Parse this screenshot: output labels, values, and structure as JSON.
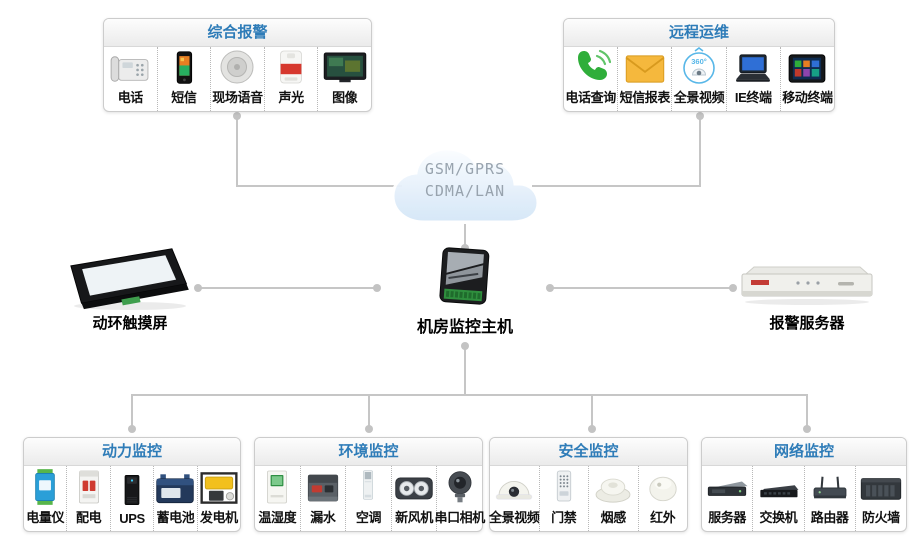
{
  "colors": {
    "accent_blue": "#2e7cb8",
    "connector_gray": "#c6c6c6",
    "background": "#ffffff"
  },
  "cloud": {
    "lines": [
      "GSM/GPRS",
      "CDMA/LAN"
    ]
  },
  "top_boxes": [
    {
      "title": "综合报警",
      "items": [
        {
          "label": "电话",
          "icon": "telephone-icon"
        },
        {
          "label": "短信",
          "icon": "smartphone-icon"
        },
        {
          "label": "现场语音",
          "icon": "ceiling-speaker-icon"
        },
        {
          "label": "声光",
          "icon": "strobe-siren-icon"
        },
        {
          "label": "图像",
          "icon": "monitor-icon"
        }
      ]
    },
    {
      "title": "远程运维",
      "items": [
        {
          "label": "电话查询",
          "icon": "phone-handset-icon"
        },
        {
          "label": "短信报表",
          "icon": "envelope-icon"
        },
        {
          "label": "全景视频",
          "icon": "panorama-360-icon"
        },
        {
          "label": "IE终端",
          "icon": "laptop-icon"
        },
        {
          "label": "移动终端",
          "icon": "tablet-icon"
        }
      ]
    }
  ],
  "middle": {
    "touchscreen_label": "动环触摸屏",
    "host_label": "机房监控主机",
    "alarm_server_label": "报警服务器"
  },
  "bottom_boxes": [
    {
      "title": "动力监控",
      "items": [
        {
          "label": "电量仪",
          "icon": "power-meter-icon"
        },
        {
          "label": "配电",
          "icon": "circuit-breaker-icon"
        },
        {
          "label": "UPS",
          "icon": "ups-icon"
        },
        {
          "label": "蓄电池",
          "icon": "battery-icon"
        },
        {
          "label": "发电机",
          "icon": "generator-icon"
        }
      ]
    },
    {
      "title": "环境监控",
      "items": [
        {
          "label": "温湿度",
          "icon": "temp-humidity-icon"
        },
        {
          "label": "漏水",
          "icon": "water-leak-icon"
        },
        {
          "label": "空调",
          "icon": "air-conditioner-icon"
        },
        {
          "label": "新风机",
          "icon": "fresh-air-fan-icon"
        },
        {
          "label": "串口相机",
          "icon": "serial-camera-icon"
        }
      ]
    },
    {
      "title": "安全监控",
      "items": [
        {
          "label": "全景视频",
          "icon": "dome-camera-icon"
        },
        {
          "label": "门禁",
          "icon": "access-control-icon"
        },
        {
          "label": "烟感",
          "icon": "smoke-detector-icon"
        },
        {
          "label": "红外",
          "icon": "infrared-sensor-icon"
        }
      ]
    },
    {
      "title": "网络监控",
      "items": [
        {
          "label": "服务器",
          "icon": "server-icon"
        },
        {
          "label": "交换机",
          "icon": "switch-icon"
        },
        {
          "label": "路由器",
          "icon": "router-icon"
        },
        {
          "label": "防火墙",
          "icon": "firewall-icon"
        }
      ]
    }
  ]
}
